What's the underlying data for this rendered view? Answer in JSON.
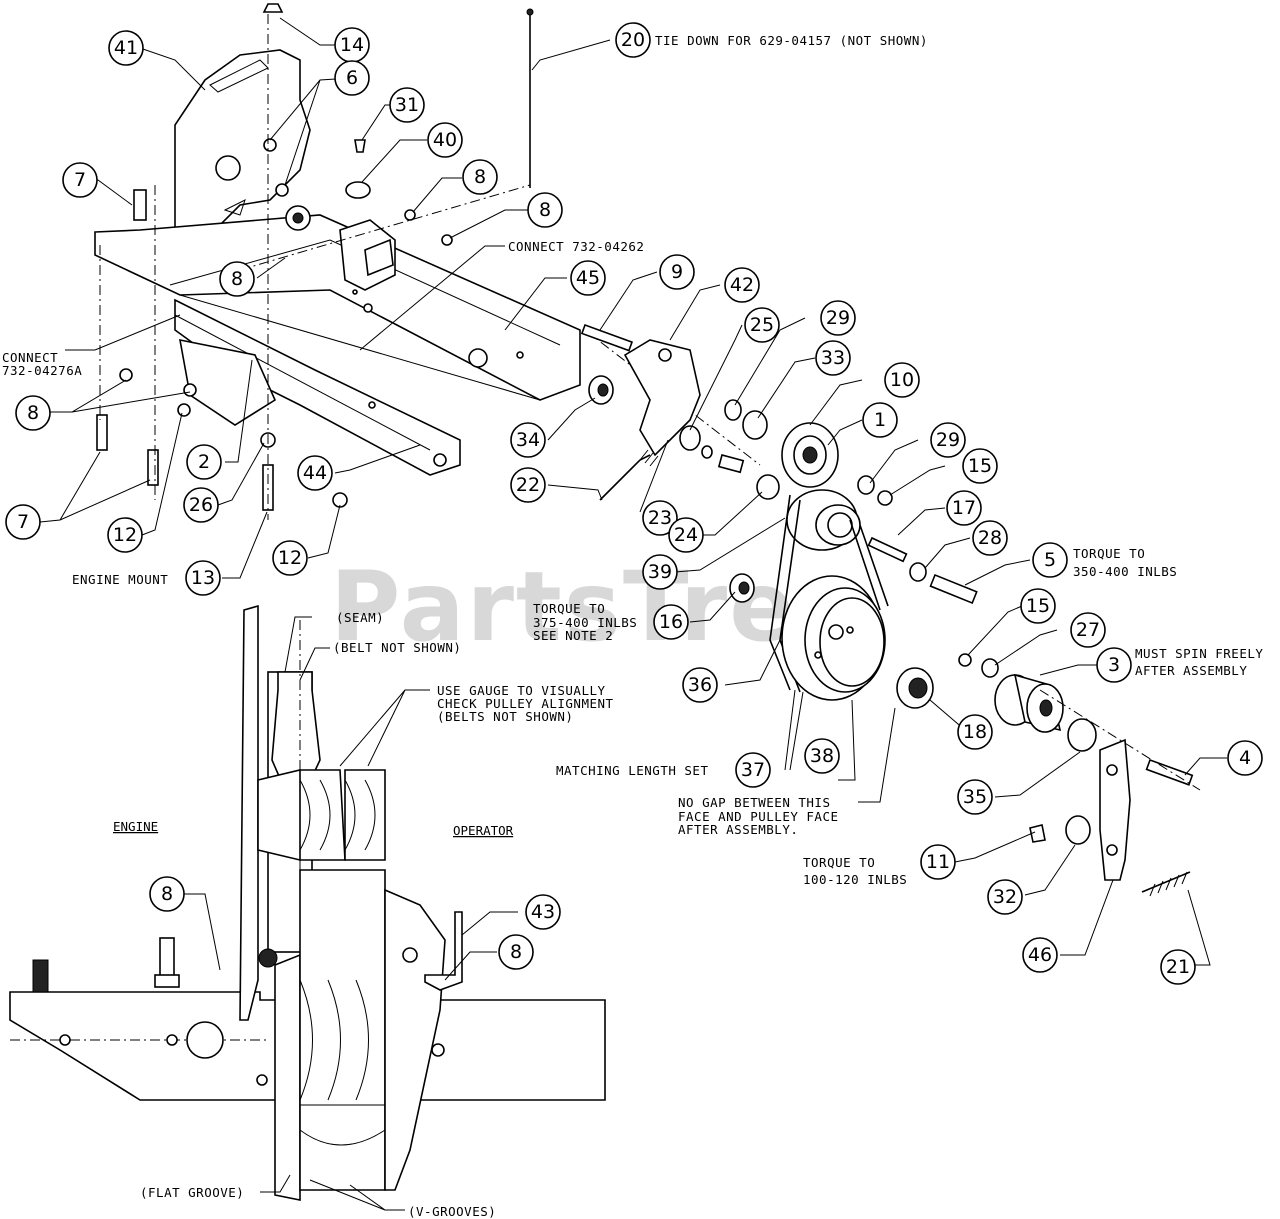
{
  "watermark": "PartsTree",
  "callouts": [
    {
      "id": "c41",
      "label": "41"
    },
    {
      "id": "c14",
      "label": "14"
    },
    {
      "id": "c6",
      "label": "6"
    },
    {
      "id": "c31",
      "label": "31"
    },
    {
      "id": "c40",
      "label": "40"
    },
    {
      "id": "c7a",
      "label": "7"
    },
    {
      "id": "c8a",
      "label": "8"
    },
    {
      "id": "c8b",
      "label": "8"
    },
    {
      "id": "c8c",
      "label": "8"
    },
    {
      "id": "c20",
      "label": "20"
    },
    {
      "id": "c45",
      "label": "45"
    },
    {
      "id": "c9",
      "label": "9"
    },
    {
      "id": "c42",
      "label": "42"
    },
    {
      "id": "c25",
      "label": "25"
    },
    {
      "id": "c29a",
      "label": "29"
    },
    {
      "id": "c33",
      "label": "33"
    },
    {
      "id": "c10",
      "label": "10"
    },
    {
      "id": "c1",
      "label": "1"
    },
    {
      "id": "c29b",
      "label": "29"
    },
    {
      "id": "c15a",
      "label": "15"
    },
    {
      "id": "c34",
      "label": "34"
    },
    {
      "id": "c22",
      "label": "22"
    },
    {
      "id": "c23",
      "label": "23"
    },
    {
      "id": "c24",
      "label": "24"
    },
    {
      "id": "c17",
      "label": "17"
    },
    {
      "id": "c28",
      "label": "28"
    },
    {
      "id": "c5",
      "label": "5"
    },
    {
      "id": "c39",
      "label": "39"
    },
    {
      "id": "c16",
      "label": "16"
    },
    {
      "id": "c15b",
      "label": "15"
    },
    {
      "id": "c27",
      "label": "27"
    },
    {
      "id": "c3",
      "label": "3"
    },
    {
      "id": "c36",
      "label": "36"
    },
    {
      "id": "c18",
      "label": "18"
    },
    {
      "id": "c37",
      "label": "37"
    },
    {
      "id": "c38",
      "label": "38"
    },
    {
      "id": "c4",
      "label": "4"
    },
    {
      "id": "c35",
      "label": "35"
    },
    {
      "id": "c11",
      "label": "11"
    },
    {
      "id": "c32",
      "label": "32"
    },
    {
      "id": "c46",
      "label": "46"
    },
    {
      "id": "c21",
      "label": "21"
    },
    {
      "id": "c8d",
      "label": "8"
    },
    {
      "id": "c2",
      "label": "2"
    },
    {
      "id": "c26",
      "label": "26"
    },
    {
      "id": "c44",
      "label": "44"
    },
    {
      "id": "c7b",
      "label": "7"
    },
    {
      "id": "c12a",
      "label": "12"
    },
    {
      "id": "c12b",
      "label": "12"
    },
    {
      "id": "c13",
      "label": "13"
    },
    {
      "id": "c8e",
      "label": "8"
    },
    {
      "id": "c43",
      "label": "43"
    },
    {
      "id": "c8f",
      "label": "8"
    }
  ],
  "notes": {
    "tie_down": "TIE DOWN FOR 629-04157 (NOT SHOWN)",
    "connect1": "CONNECT 732-04262",
    "connect2_line1": "CONNECT",
    "connect2_line2": "732-04276A",
    "engine_mount": "ENGINE MOUNT",
    "torque1_line1": "TORQUE TO",
    "torque1_line2": "350-400 INLBS",
    "torque2_line1": "TORQUE TO",
    "torque2_line2": "375-400 INLBS",
    "torque2_line3": "SEE NOTE 2",
    "spin_line1": "MUST SPIN FREELY",
    "spin_line2": "AFTER ASSEMBLY",
    "matching": "MATCHING LENGTH SET",
    "nogap_line1": "NO GAP BETWEEN THIS",
    "nogap_line2": "FACE AND PULLEY FACE",
    "nogap_line3": "AFTER ASSEMBLY.",
    "torque3_line1": "TORQUE TO",
    "torque3_line2": "100-120 INLBS",
    "seam": "(SEAM)",
    "belt_not_shown": "(BELT NOT SHOWN)",
    "gauge_line1": "USE GAUGE TO VISUALLY",
    "gauge_line2": "CHECK PULLEY ALIGNMENT",
    "gauge_line3": "(BELTS NOT SHOWN)",
    "engine": "ENGINE",
    "operator": "OPERATOR",
    "flat_groove": "(FLAT GROOVE)",
    "v_grooves": "(V-GROOVES)"
  }
}
